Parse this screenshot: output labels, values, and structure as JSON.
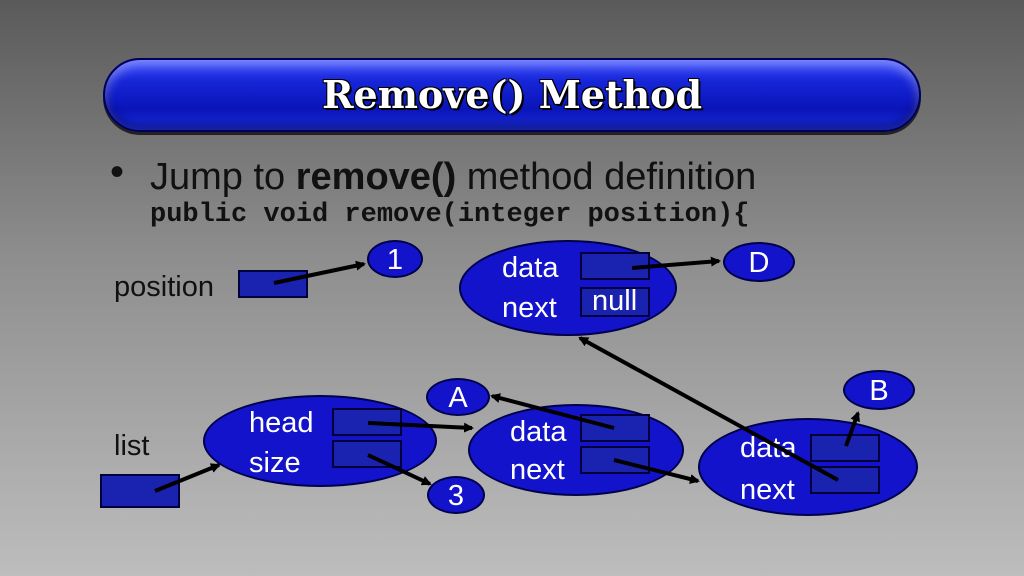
{
  "title": "Remove() Method",
  "bullet": {
    "prefix": "Jump to ",
    "bold": "remove()",
    "suffix": " method definition",
    "code": "public void remove(integer position){"
  },
  "labels": {
    "position": "position",
    "list": "list"
  },
  "list_node": {
    "head": "head",
    "size": "size"
  },
  "node_middle": {
    "data": "data",
    "next": "next"
  },
  "node_right": {
    "data": "data",
    "next": "next"
  },
  "node_top": {
    "data": "data",
    "next": "next",
    "next_value": "null"
  },
  "values": {
    "position": "1",
    "size": "3",
    "A": "A",
    "B": "B",
    "D": "D"
  },
  "colors": {
    "node_fill": "#1313cc",
    "pointer_box": "#1a23b0",
    "title_bar": "#1626d8"
  }
}
